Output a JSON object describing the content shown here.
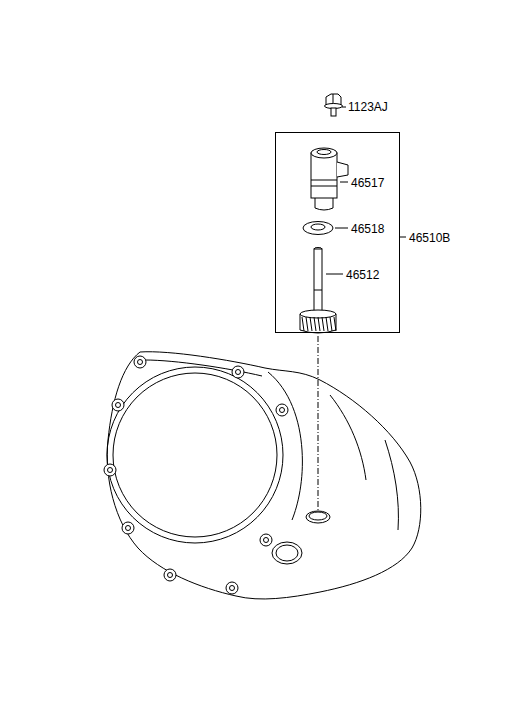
{
  "diagram": {
    "nodes": [
      {
        "text": [
          "46517",
          "46518",
          "46512",
          "46510B"
        ]
      }
    ],
    "labels": [
      "1123AJ"
    ]
  }
}
